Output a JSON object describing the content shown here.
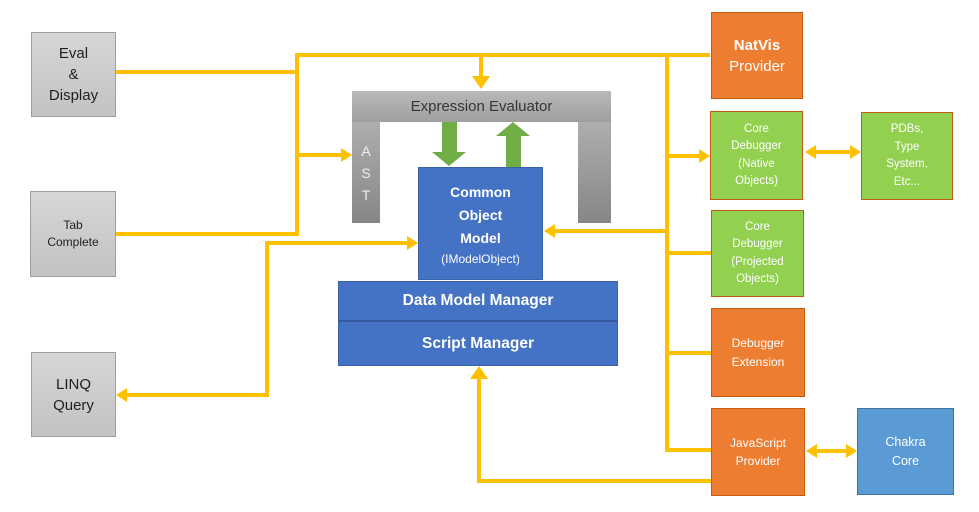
{
  "diagram": {
    "left_boxes": {
      "eval_display": "Eval\n&\nDisplay",
      "tab_complete": "Tab\nComplete",
      "linq_query": "LINQ\nQuery"
    },
    "evaluator": {
      "title": "Expression Evaluator",
      "ast": "A\nS\nT"
    },
    "core": {
      "com_title": "Common\nObject\nModel",
      "com_sub": "(IModelObject)",
      "data_model_manager": "Data Model Manager",
      "script_manager": "Script Manager"
    },
    "right_boxes": {
      "natvis_title": "NatVis",
      "natvis_sub": "Provider",
      "core_debugger_native": "Core\nDebugger\n(Native\nObjects)",
      "pdbs": "PDBs,\nType\nSystem,\nEtc...",
      "core_debugger_projected": "Core\nDebugger\n(Projected\nObjects)",
      "debugger_extension": "Debugger\nExtension",
      "javascript_provider": "JavaScript\nProvider",
      "chakra_core": "Chakra\nCore"
    },
    "colors": {
      "connector_yellow": "#FFC000",
      "orange_fill": "#ED7D31",
      "orange_green_border": "#C55A11",
      "green_fill": "#92D050",
      "blue_fill": "#4472C4",
      "blue_border": "#3A62A8",
      "light_blue_fill": "#5B9BD5",
      "light_blue_border": "#41719C",
      "gray_box_fill": "#CCCCCC",
      "gray_frame_fill": "#A0A0A0",
      "green_arrow": "#70AD47"
    }
  }
}
